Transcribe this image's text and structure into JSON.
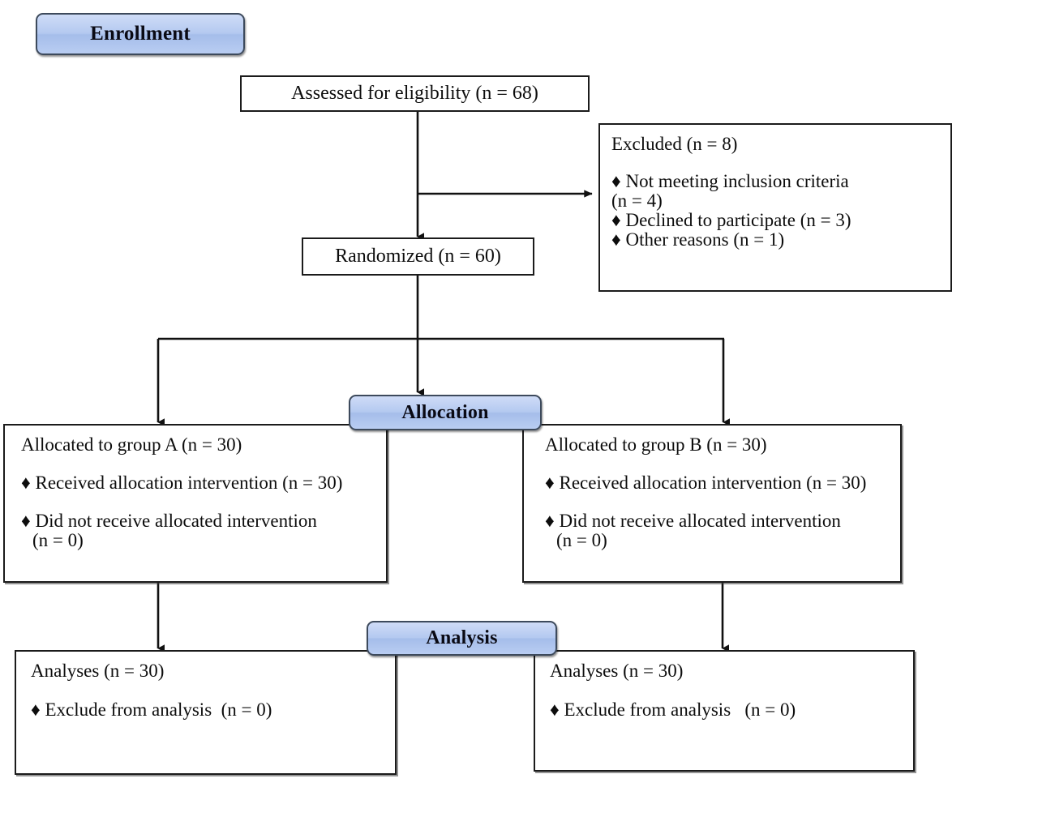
{
  "diagram": {
    "title": "CONSORT participant flow diagram",
    "accent_color": "#b4c9f0",
    "border_color": "#1b1b1b",
    "stage_border_color": "#3d4a5c",
    "bullet_glyph": "♦"
  },
  "stages": {
    "enrollment": "Enrollment",
    "allocation": "Allocation",
    "analysis": "Analysis"
  },
  "boxes": {
    "assessed": {
      "text": "Assessed for eligibility (n = 68)"
    },
    "randomized": {
      "text": "Randomized (n = 60)"
    },
    "excluded": {
      "heading": "Excluded (n = 8)",
      "item1": "♦ Not meeting inclusion criteria",
      "item1_cont": "(n = 4)",
      "item2": "♦ Declined to participate (n = 3)",
      "item3": "♦ Other reasons (n = 1)"
    },
    "allocation_a": {
      "heading": "Allocated to group A (n = 30)",
      "item1": "♦ Received allocation intervention (n = 30)",
      "item2": "♦ Did not receive allocated intervention",
      "item2_cont": "(n = 0)"
    },
    "allocation_b": {
      "heading": "Allocated to group B (n = 30)",
      "item1": "♦ Received allocation intervention (n = 30)",
      "item2": "♦ Did not receive allocated intervention",
      "item2_cont": "(n = 0)"
    },
    "analysis_a": {
      "heading": "Analyses (n = 30)",
      "item1": "♦ Exclude from analysis  (n = 0)"
    },
    "analysis_b": {
      "heading": "Analyses (n = 30)",
      "item1": "♦ Exclude from analysis   (n = 0)"
    }
  },
  "counts": {
    "assessed_n": 68,
    "randomized_n": 60,
    "excluded_total_n": 8,
    "excluded_not_meeting_n": 4,
    "excluded_declined_n": 3,
    "excluded_other_n": 1,
    "group_a_allocated_n": 30,
    "group_a_received_n": 30,
    "group_a_not_received_n": 0,
    "group_b_allocated_n": 30,
    "group_b_received_n": 30,
    "group_b_not_received_n": 0,
    "group_a_analysed_n": 30,
    "group_a_excluded_analysis_n": 0,
    "group_b_analysed_n": 30,
    "group_b_excluded_analysis_n": 0
  }
}
